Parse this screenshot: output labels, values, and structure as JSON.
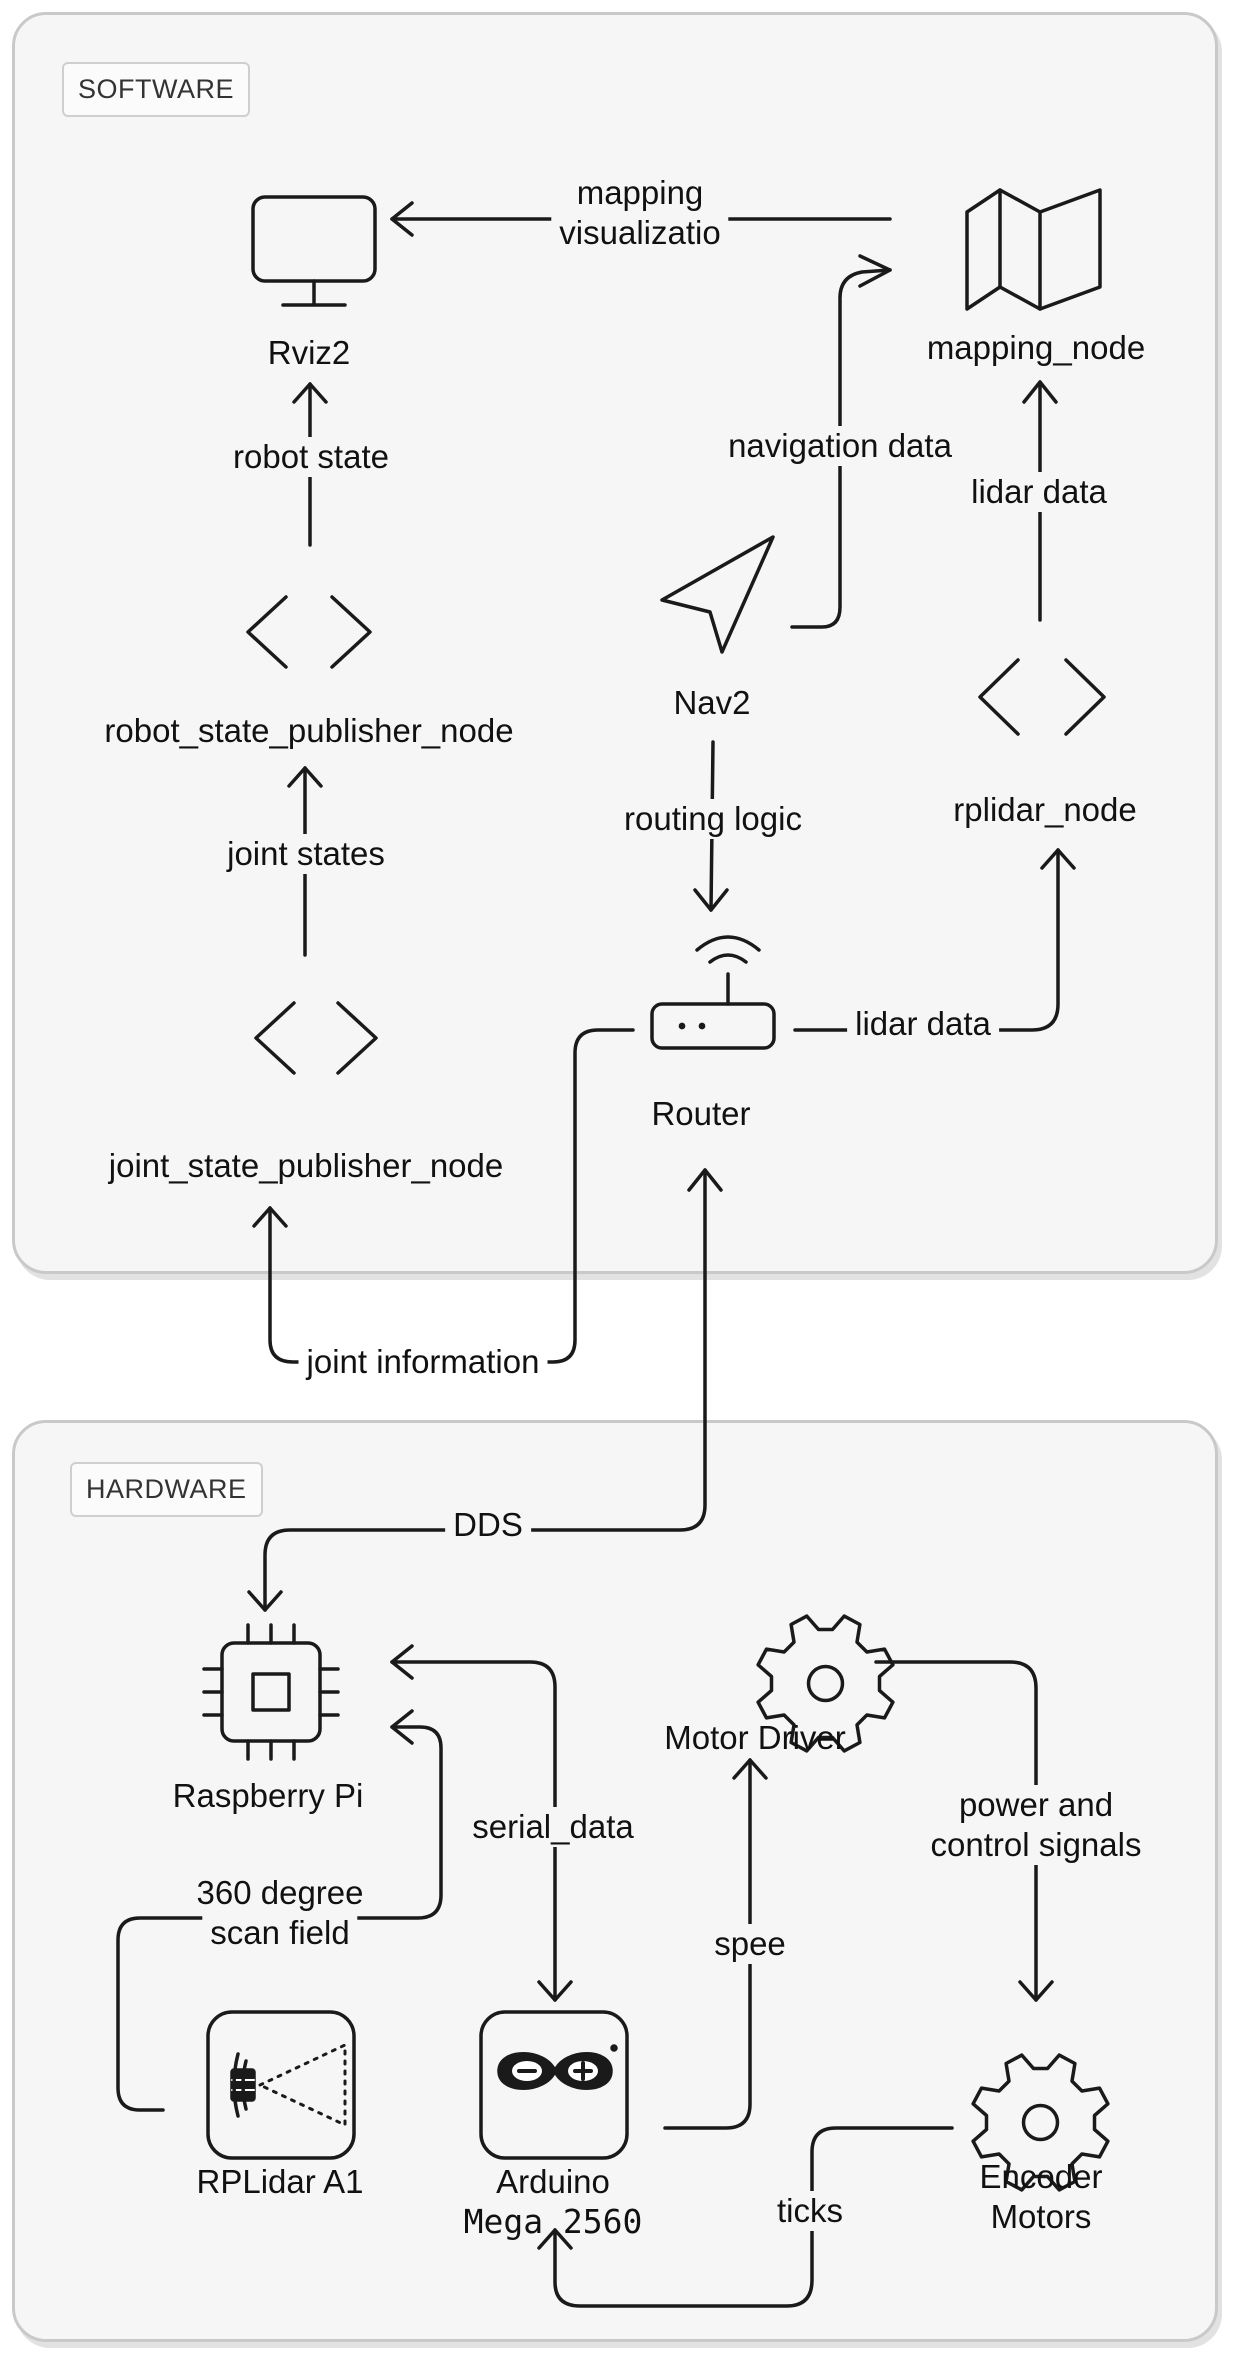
{
  "software": {
    "tag": "SOFTWARE"
  },
  "hardware": {
    "tag": "HARDWARE"
  },
  "nodes": {
    "rviz2": "Rviz2",
    "mapping_node": "mapping_node",
    "robot_state_publisher_node": "robot_state_publisher_node",
    "nav2": "Nav2",
    "rplidar_node": "rplidar_node",
    "router": "Router",
    "joint_state_publisher_node": "joint_state_publisher_node",
    "raspberry_pi": "Raspberry Pi",
    "motor_driver": "Motor Driver",
    "rplidar_a1": "RPLidar A1",
    "arduino_line1": "Arduino",
    "arduino_line2": "Mega 2560",
    "encoder_line1": "Encoder",
    "encoder_line2": "Motors"
  },
  "edges": {
    "mapping_vis_line1": "mapping",
    "mapping_vis_line2": "visualizatio",
    "robot_state": "robot state",
    "navigation_data": "navigation data",
    "lidar_data_top": "lidar data",
    "joint_states": "joint states",
    "routing_logic": "routing logic",
    "lidar_data_router": "lidar data",
    "joint_information": "joint information",
    "dds": "DDS",
    "serial_data": "serial_data",
    "power_line1": "power and",
    "power_line2": "control signals",
    "scan_line1": "360 degree",
    "scan_line2": "scan field",
    "speed": "spee",
    "ticks": "ticks"
  },
  "icons": {
    "rviz2": "monitor-icon",
    "mapping_node": "map-icon",
    "robot_state_publisher_node": "code-brackets-icon",
    "nav2": "navigation-arrow-icon",
    "rplidar_node": "code-brackets-icon",
    "router": "router-icon",
    "joint_state_publisher_node": "code-brackets-icon",
    "raspberry_pi": "cpu-chip-icon",
    "motor_driver": "gear-icon",
    "rplidar_a1": "lidar-sensor-icon",
    "arduino": "arduino-logo-icon",
    "encoder_motors": "gear-icon"
  },
  "colors": {
    "panel_fill": "#f6f6f6",
    "panel_border": "#c9c9c9",
    "stroke": "#1a1a1a"
  }
}
